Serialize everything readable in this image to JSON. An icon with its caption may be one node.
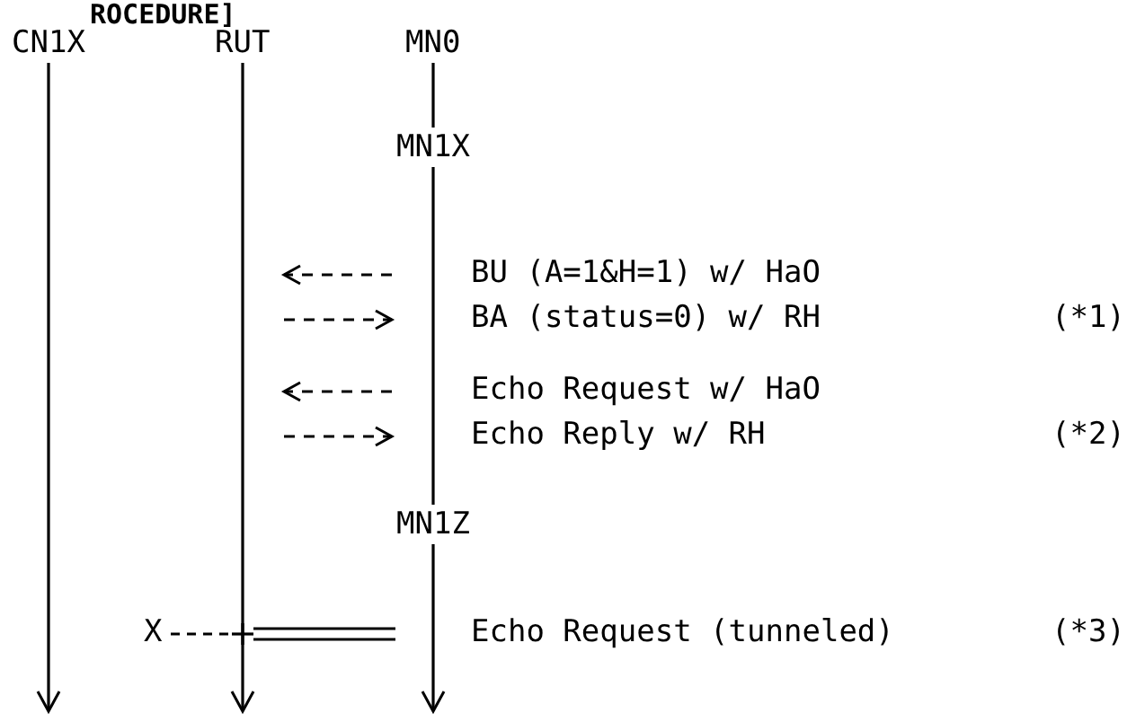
{
  "diagram": {
    "nodes": [
      {
        "text": [
          "CN1X"
        ]
      },
      {
        "text": [
          "RUT"
        ]
      },
      {
        "text": [
          "MN0"
        ]
      },
      {
        "text": [
          "MN1X"
        ]
      },
      {
        "text": [
          "MN1Z"
        ]
      }
    ],
    "edges": [
      {
        "from": 0,
        "to": null,
        "arrow": "to"
      },
      {
        "from": 1,
        "to": null,
        "arrow": "to"
      },
      {
        "from": 2,
        "to": 3,
        "arrow": "none"
      },
      {
        "from": 3,
        "to": 4,
        "arrow": "none"
      },
      {
        "from": 4,
        "to": null,
        "arrow": "to"
      }
    ],
    "labels": [
      "ROCEDURE]",
      "BU (A=1&H=1) w/ HaO",
      "BA (status=0) w/ RH",
      "(*1)",
      "Echo Request w/ HaO",
      "Echo Reply w/ RH",
      "(*2)",
      "X",
      "Echo Request (tunneled)",
      "(*3)"
    ]
  }
}
